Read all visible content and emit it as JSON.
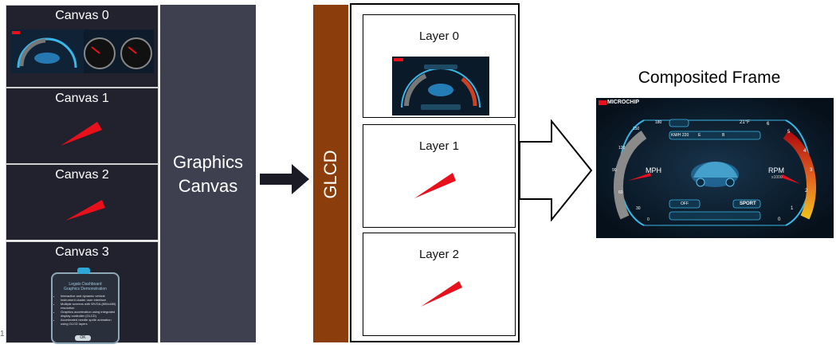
{
  "canvases": [
    {
      "label": "Canvas 0"
    },
    {
      "label": "Canvas 1"
    },
    {
      "label": "Canvas 2"
    },
    {
      "label": "Canvas 3"
    }
  ],
  "canvas3_dialog": {
    "title_line1": "Legato Dashboard",
    "title_line2": "Graphics Demonstration",
    "bullets": [
      "Interactive and dynamic vehicle instrument cluster user interface",
      "Multiple screens with WVGA (800x480) resolution",
      "Graphics acceleration using integrated display controller (GLCD)",
      "Accelerated needle sprite animation using GLCD layers"
    ],
    "ok_label": "OK"
  },
  "graphics_canvas": {
    "line1": "Graphics",
    "line2": "Canvas"
  },
  "glcd": {
    "label": "GLCD"
  },
  "layers": [
    {
      "label": "Layer 0"
    },
    {
      "label": "Layer 1"
    },
    {
      "label": "Layer 2"
    }
  ],
  "composited": {
    "title": "Composited Frame",
    "brand": "MICROCHIP",
    "mph_label": "MPH",
    "rpm_label": "RPM",
    "rpm_unit": "x1000",
    "temp": "21°F",
    "range": "KM/H 220",
    "gear_e": "E",
    "gear_b": "B",
    "off_label": "OFF",
    "sport_label": "SPORT",
    "speed_ticks": [
      "180",
      "150",
      "120",
      "90",
      "60",
      "30",
      "0"
    ],
    "rpm_ticks": [
      "6",
      "5",
      "4",
      "3",
      "2",
      "1",
      "0"
    ]
  },
  "page_number": "1",
  "colors": {
    "canvas_bg": "#22222e",
    "graphics_canvas_bg": "#3e4050",
    "glcd_bg": "#8b3e0b",
    "needle_red": "#e8101a",
    "dash_cyan": "#38b8e8",
    "arrow_dark": "#1b1b26"
  }
}
